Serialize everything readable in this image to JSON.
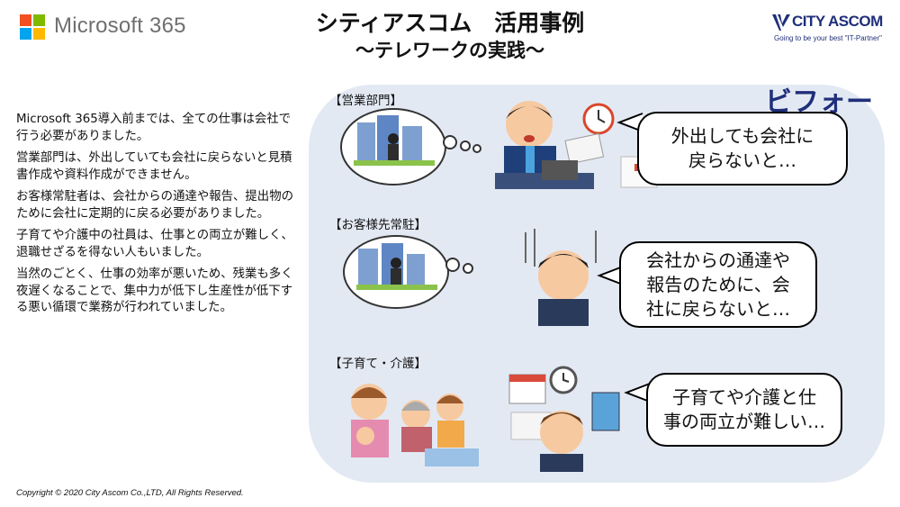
{
  "header": {
    "ms_logo_colors": [
      "#f25022",
      "#7fba00",
      "#00a4ef",
      "#ffb900"
    ],
    "ms_brand": "Microsoft 365",
    "title": "シティアスコム　活用事例",
    "subtitle": "～テレワークの実践～",
    "company_logo_name": "CITY ASCOM",
    "company_tagline": "Going to be your best \"IT-Partner\""
  },
  "intro": {
    "paragraphs": [
      "Microsoft 365導入前までは、全ての仕事は会社で行う必要がありました。",
      "営業部門は、外出していても会社に戻らないと見積書作成や資料作成ができません。",
      "お客様常駐者は、会社からの通達や報告、提出物のために会社に定期的に戻る必要がありました。",
      "子育てや介護中の社員は、仕事との両立が難しく、退職せざるを得ない人もいました。",
      "当然のごとく、仕事の効率が悪いため、残業も多く夜遅くなることで、集中力が低下し生産性が低下する悪い循環で業務が行われていました。"
    ]
  },
  "panel": {
    "badge": "ビフォー",
    "accent_color": "#1f2f7a",
    "background_color": "#e3e9f3",
    "cases": [
      {
        "category": "【営業部門】",
        "speech": [
          "外出しても会社に",
          "戻らないと…"
        ]
      },
      {
        "category": "【お客様先常駐】",
        "speech": [
          "会社からの通達や",
          "報告のために、会",
          "社に戻らないと…"
        ]
      },
      {
        "category": "【子育て・介護】",
        "speech": [
          "子育てや介護と仕",
          "事の両立が難しい…"
        ]
      }
    ]
  },
  "footer": {
    "copyright": "Copyright © 2020 City Ascom Co.,LTD, All Rights Reserved."
  }
}
